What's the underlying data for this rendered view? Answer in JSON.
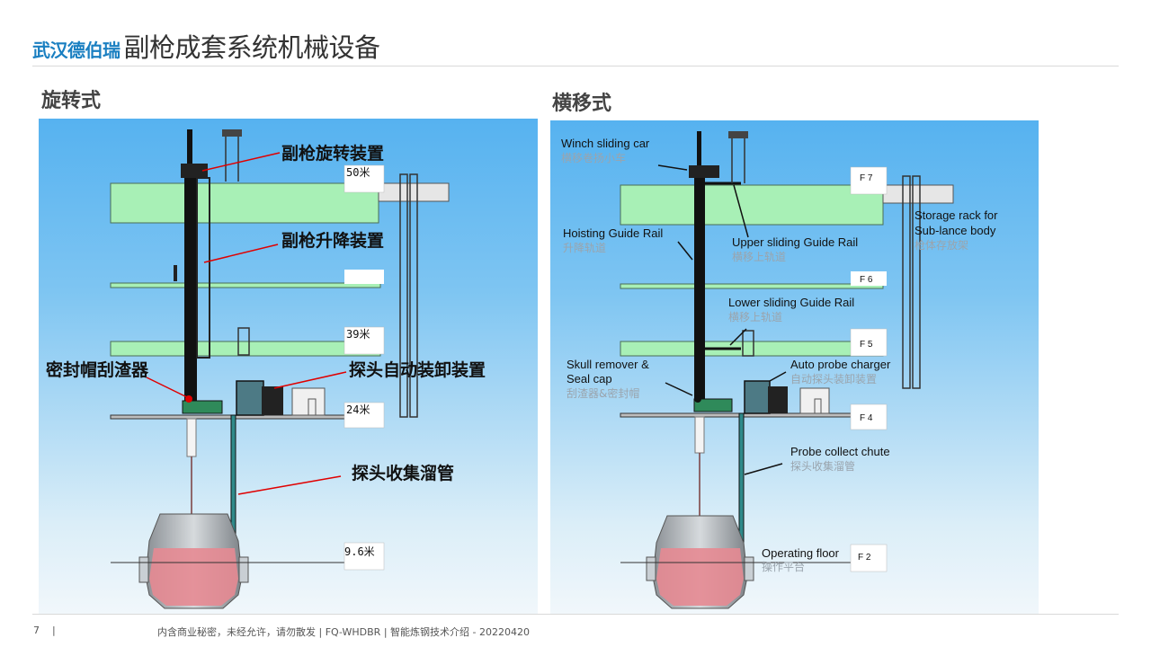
{
  "header": {
    "brand": "武汉德伯瑞",
    "title": "副枪成套系统机械设备"
  },
  "left": {
    "section_title": "旋转式",
    "callouts": {
      "rotation": "副枪旋转装置",
      "lifting": "副枪升降装置",
      "skull": "密封帽刮渣器",
      "probe_loader": "探头自动装卸装置",
      "chute": "探头收集溜管"
    },
    "levels": [
      "50米",
      "39米",
      "24米",
      "9.6米"
    ]
  },
  "right": {
    "section_title": "横移式",
    "labels": {
      "winch_en": "Winch sliding car",
      "winch_cn": "横移卷扬小车",
      "hoist_en": "Hoisting Guide Rail",
      "hoist_cn": "升降轨道",
      "upper_en": "Upper sliding Guide Rail",
      "upper_cn": "横移上轨道",
      "storage_en_1": "Storage rack for",
      "storage_en_2": "Sub-lance body",
      "storage_cn": "枪体存放架",
      "lower_en": "Lower sliding Guide Rail",
      "lower_cn": "横移上轨道",
      "skull_en_1": "Skull remover &",
      "skull_en_2": "Seal cap",
      "skull_cn": "刮渣器&密封帽",
      "charger_en": "Auto probe charger",
      "charger_cn": "自动探头装卸装置",
      "chute_en": "Probe collect chute",
      "chute_cn": "探头收集溜管",
      "floor_en": "Operating floor",
      "floor_cn": "操作平台"
    },
    "floors": [
      "F 7",
      "F 6",
      "F 5",
      "F 4",
      "F 2"
    ]
  },
  "footer": {
    "page": "7",
    "separator": "|",
    "notice": "内含商业秘密，未经允许，请勿散发 | FQ-WHDBR | 智能炼钢技术介绍 - 20220420"
  },
  "colors": {
    "brand": "#1a7fc1",
    "platform": "#a8f0b6",
    "vessel": "#e58a92",
    "callout_arrow": "#e00000"
  }
}
